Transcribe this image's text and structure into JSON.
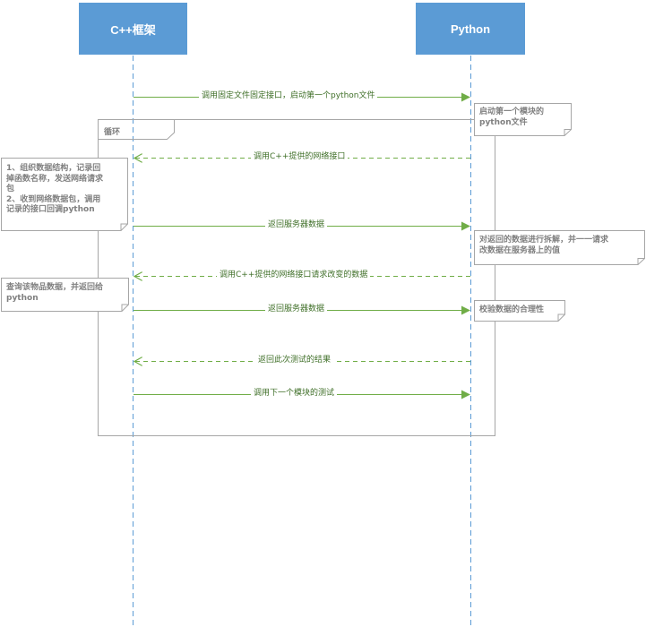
{
  "actors": {
    "cpp": "C++框架",
    "python": "Python"
  },
  "fragment": {
    "label": "循环"
  },
  "messages": [
    {
      "text": "调用固定文件固定接口，启动第一个python文件",
      "from": "cpp",
      "to": "python",
      "style": "solid"
    },
    {
      "text": "调用C++提供的网络接口",
      "from": "python",
      "to": "cpp",
      "style": "dashed"
    },
    {
      "text": "返回服务器数据",
      "from": "cpp",
      "to": "python",
      "style": "solid"
    },
    {
      "text": "调用C++提供的网络接口请求改变的数据",
      "from": "python",
      "to": "cpp",
      "style": "dashed"
    },
    {
      "text": "返回服务器数据",
      "from": "cpp",
      "to": "python",
      "style": "solid"
    },
    {
      "text": "返回此次测试的结果",
      "from": "python",
      "to": "cpp",
      "style": "dashed"
    },
    {
      "text": "调用下一个模块的测试",
      "from": "cpp",
      "to": "python",
      "style": "solid"
    }
  ],
  "notes": {
    "n1_l1": "启动第一个模块的",
    "n1_l2": "python文件",
    "n2_l1": "1、组织数据结构，记录回",
    "n2_l2": "掉函数名称，发送网络请求",
    "n2_l3": "包",
    "n2_l4": "2、收到网络数据包，调用",
    "n2_l5": "记录的接口回调python",
    "n3_l1": "对返回的数据进行拆解，并一一请求",
    "n3_l2": "改数据在服务器上的值",
    "n4_l1": "查询该物品数据，并返回给",
    "n4_l2": "python",
    "n5_l1": "校验数据的合理性"
  },
  "colors": {
    "actor": "#5b9bd5",
    "lifeline": "#5b9bd5",
    "message": "#70ad47",
    "note_border": "#a6a6a6",
    "note_text": "#808080"
  }
}
